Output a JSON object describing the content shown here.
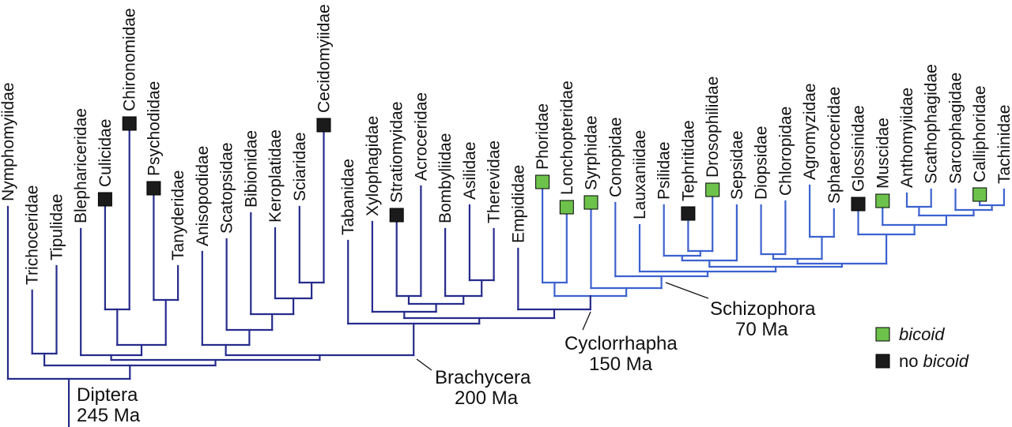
{
  "taxa": [
    {
      "name": "Nymphomyiidae"
    },
    {
      "name": "Trichoceridae"
    },
    {
      "name": "Tipulidae"
    },
    {
      "name": "Blephariceridae"
    },
    {
      "name": "Culicidae",
      "bicoid": false
    },
    {
      "name": "Chironomidae",
      "bicoid": false
    },
    {
      "name": "Psychodidae",
      "bicoid": false
    },
    {
      "name": "Tanyderidae"
    },
    {
      "name": "Anisopodidae"
    },
    {
      "name": "Scatopsidae"
    },
    {
      "name": "Bibionidae"
    },
    {
      "name": "Keroplatidae"
    },
    {
      "name": "Sciaridae"
    },
    {
      "name": "Cecidomyiidae",
      "bicoid": false
    },
    {
      "name": "Tabanidae"
    },
    {
      "name": "Xylophagidae"
    },
    {
      "name": "Stratiomyidae",
      "bicoid": false
    },
    {
      "name": "Acroceridae"
    },
    {
      "name": "Bombyliidae"
    },
    {
      "name": "Asilidae"
    },
    {
      "name": "Therevidae"
    },
    {
      "name": "Empididae"
    },
    {
      "name": "Phoridae",
      "bicoid": true
    },
    {
      "name": "Lonchopteridae",
      "bicoid": true
    },
    {
      "name": "Syrphidae",
      "bicoid": true
    },
    {
      "name": "Conopidae"
    },
    {
      "name": "Lauxaniidae"
    },
    {
      "name": "Psilidae"
    },
    {
      "name": "Tephritidae",
      "bicoid": false
    },
    {
      "name": "Drosophilidae",
      "bicoid": true
    },
    {
      "name": "Sepsidae"
    },
    {
      "name": "Diopsidae"
    },
    {
      "name": "Chloropidae"
    },
    {
      "name": "Agromyzidae"
    },
    {
      "name": "Sphaeroceridae"
    },
    {
      "name": "Glossinidae",
      "bicoid": false
    },
    {
      "name": "Muscidae",
      "bicoid": true
    },
    {
      "name": "Anthomyiidae"
    },
    {
      "name": "Scathophagidae"
    },
    {
      "name": "Sarcophagidae"
    },
    {
      "name": "Calliphoridae",
      "bicoid": true
    },
    {
      "name": "Tachinidae"
    }
  ],
  "clades": {
    "diptera": {
      "name": "Diptera",
      "age": "245 Ma"
    },
    "brachycera": {
      "name": "Brachycera",
      "age": "200 Ma"
    },
    "cyclorrhapha": {
      "name": "Cyclorrhapha",
      "age": "150 Ma"
    },
    "schizophora": {
      "name": "Schizophora",
      "age": "70 Ma"
    }
  },
  "legend": {
    "present": {
      "label": "bicoid"
    },
    "absent": {
      "prefix": "no",
      "label": "bicoid"
    }
  },
  "colors": {
    "tree_stem": "#262c8c",
    "tree_crown": "#3c62cf",
    "bicoid": "#6dc24b",
    "no_bicoid": "#1b1b1b"
  }
}
